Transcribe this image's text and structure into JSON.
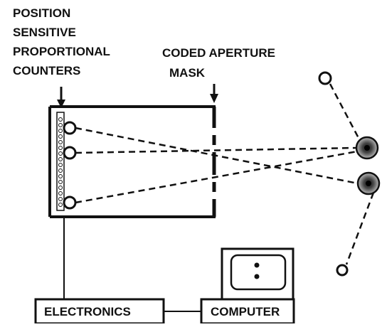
{
  "labels": {
    "detector": [
      "POSITION",
      "SENSITIVE",
      "PROPORTIONAL",
      "COUNTERS"
    ],
    "mask": [
      "CODED APERTURE",
      "MASK"
    ],
    "electronics": "ELECTRONICS",
    "computer": "COMPUTER"
  },
  "colors": {
    "ink": "#111111",
    "background": "#ffffff"
  }
}
